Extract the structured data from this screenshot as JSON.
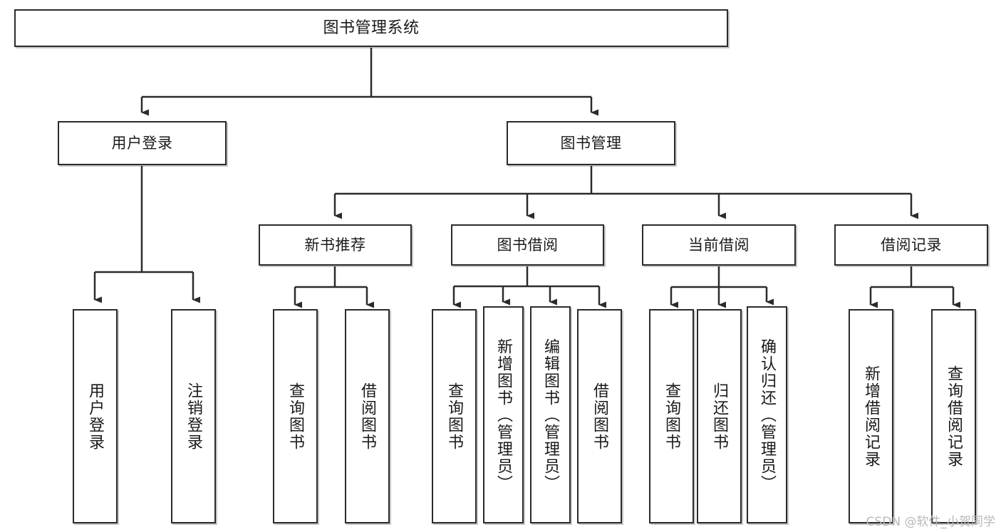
{
  "diagram": {
    "title": "图书管理系统",
    "type": "tree-hierarchy-chart",
    "colors": {
      "box_border": "#2b2b2b",
      "box_fill": "#ffffff",
      "connector": "#2b2b2b",
      "text": "#1a1a1a",
      "watermark": "#b9b9b9",
      "background": "#ffffff"
    },
    "root": {
      "label": "图书管理系统"
    },
    "level2": [
      {
        "label": "用户登录"
      },
      {
        "label": "图书管理"
      }
    ],
    "level3": [
      {
        "label": "新书推荐"
      },
      {
        "label": "图书借阅"
      },
      {
        "label": "当前借阅"
      },
      {
        "label": "借阅记录"
      }
    ],
    "leaves": {
      "user_login": [
        {
          "label": "用户登录"
        },
        {
          "label": "注销登录"
        }
      ],
      "new_book_recommend": [
        {
          "label": "查询图书"
        },
        {
          "label": "借阅图书"
        }
      ],
      "book_borrow": [
        {
          "label": "查询图书"
        },
        {
          "label": "新增图书（管理员）"
        },
        {
          "label": "编辑图书（管理员）"
        },
        {
          "label": "借阅图书"
        }
      ],
      "current_borrow": [
        {
          "label": "查询图书"
        },
        {
          "label": "归还图书"
        },
        {
          "label": "确认归还（管理员）"
        }
      ],
      "borrow_records": [
        {
          "label": "新增借阅记录"
        },
        {
          "label": "查询借阅记录"
        }
      ]
    }
  },
  "watermark": {
    "text": "CSDN @软件_小贺同学"
  }
}
